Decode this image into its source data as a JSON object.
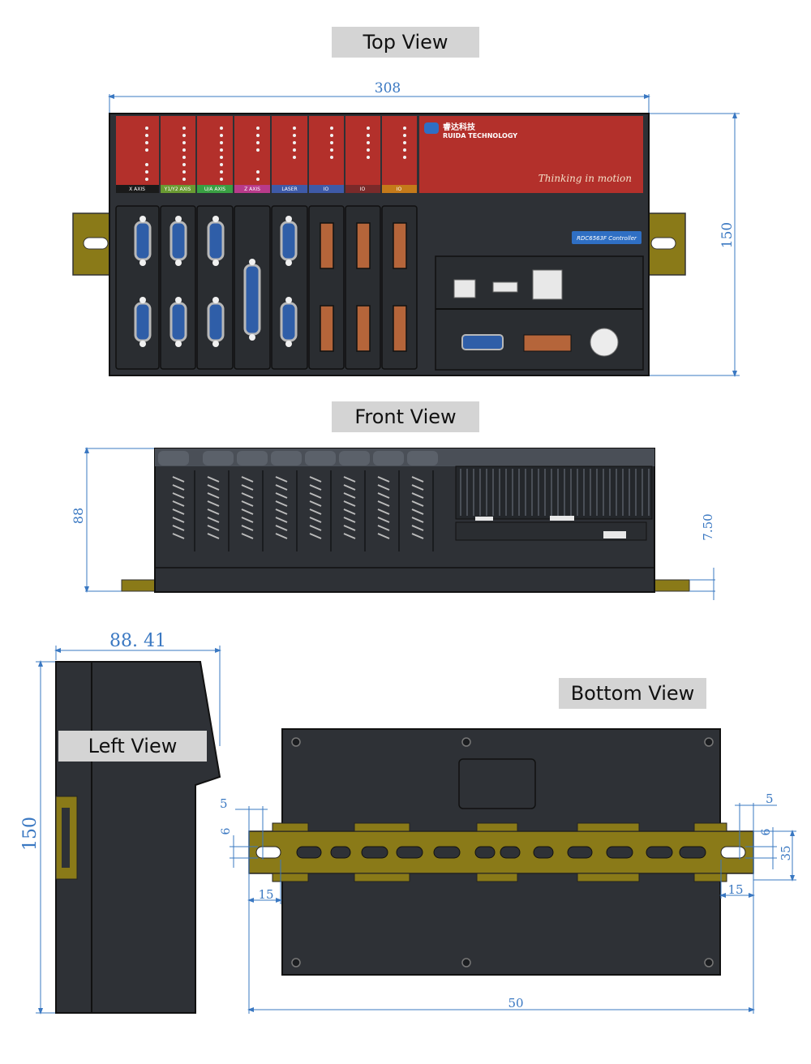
{
  "views": {
    "top": "Top View",
    "front": "Front View",
    "left": "Left View",
    "bottom": "Bottom View"
  },
  "dimensions": {
    "top_width": "308",
    "top_height": "150",
    "front_height": "88",
    "front_rail": "7.50",
    "left_width": "88. 41",
    "left_height": "150",
    "bottom_left_offset": "5",
    "bottom_left_slot": "6",
    "bottom_left_end": "15",
    "bottom_right_offset": "5",
    "bottom_right_slot": "6",
    "bottom_right_rail": "35",
    "bottom_right_end": "15",
    "bottom_width": "50"
  },
  "device": {
    "brand_cn": "睿达科技",
    "brand_en": "RUIDA TECHNOLOGY",
    "slogan": "Thinking in motion",
    "model": "RDC6563F Controller",
    "modules": [
      "X AXIS",
      "Y1/Y2 AXIS",
      "U/A AXIS",
      "Z AXIS",
      "LASER",
      "IO",
      "IO",
      "IO"
    ]
  },
  "colors": {
    "housing": "#2e3136",
    "panel_red": "#b3302b",
    "rail": "#8a7a18",
    "dimension": "#3a78c2"
  }
}
